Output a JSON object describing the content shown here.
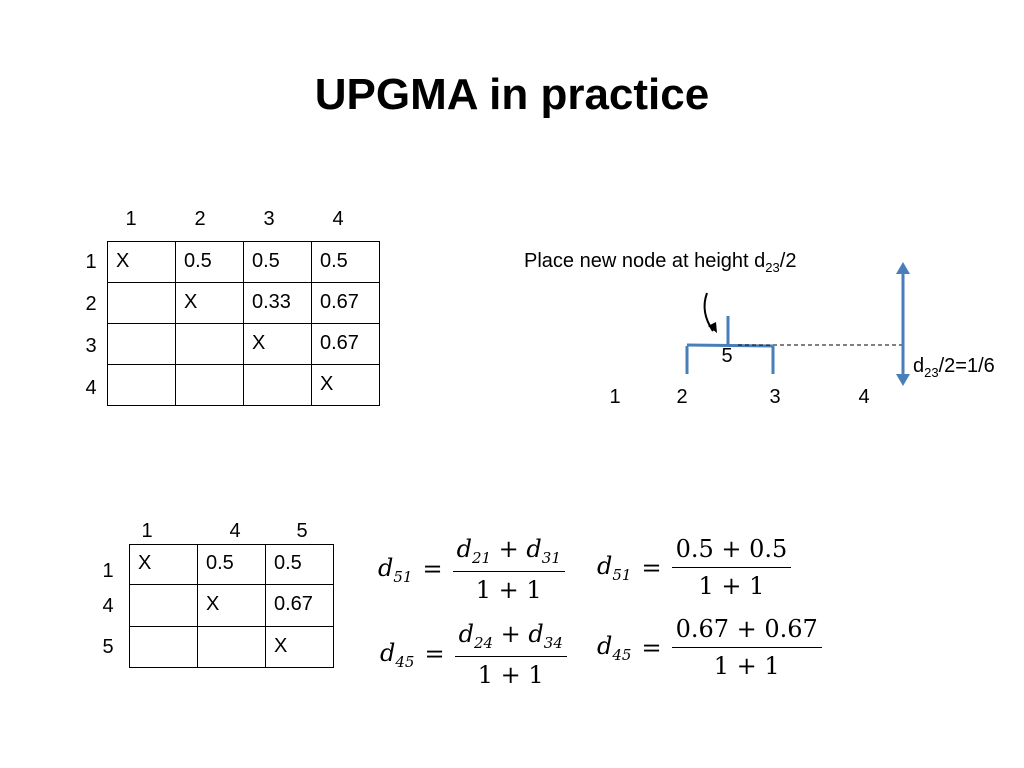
{
  "slide": {
    "title": "UPGMA in practice"
  },
  "matrix1": {
    "col_headers": [
      "1",
      "2",
      "3",
      "4"
    ],
    "row_headers": [
      "1",
      "2",
      "3",
      "4"
    ],
    "cells": [
      [
        "X",
        "0.5",
        "0.5",
        "0.5"
      ],
      [
        "",
        "X",
        "0.33",
        "0.67"
      ],
      [
        "",
        "",
        "X",
        "0.67"
      ],
      [
        "",
        "",
        "",
        "X"
      ]
    ]
  },
  "tree": {
    "caption_prefix": "Place new node at height d",
    "caption_sub": "23",
    "caption_suffix": "/2",
    "node_label": "5",
    "tips": [
      "1",
      "2",
      "3",
      "4"
    ],
    "height_prefix": "d",
    "height_sub": "23",
    "height_suffix": "/2=1/6",
    "line_color": "#4a7ebb"
  },
  "matrix2": {
    "col_headers": [
      "1",
      "4",
      "5"
    ],
    "row_headers": [
      "1",
      "4",
      "5"
    ],
    "cells": [
      [
        "X",
        "0.5",
        "0.5"
      ],
      [
        "",
        "X",
        "0.67"
      ],
      [
        "",
        "",
        "X"
      ]
    ]
  },
  "equations": {
    "d51_lhs": "d",
    "d51_sub": "51",
    "d51_num_a": "d",
    "d51_num_a_sub": "21",
    "d51_num_plus": " + ",
    "d51_num_b": "d",
    "d51_num_b_sub": "31",
    "d51_den": "1 + 1",
    "d51_val_num": "0.5 + 0.5",
    "d51_val_den": "1 + 1",
    "d45_lhs": "d",
    "d45_sub": "45",
    "d45_num_a": "d",
    "d45_num_a_sub": "24",
    "d45_num_plus": " + ",
    "d45_num_b": "d",
    "d45_num_b_sub": "34",
    "d45_den": "1 + 1",
    "d45_val_num": "0.67 + 0.67",
    "d45_val_den": "1 + 1",
    "equals": "="
  }
}
